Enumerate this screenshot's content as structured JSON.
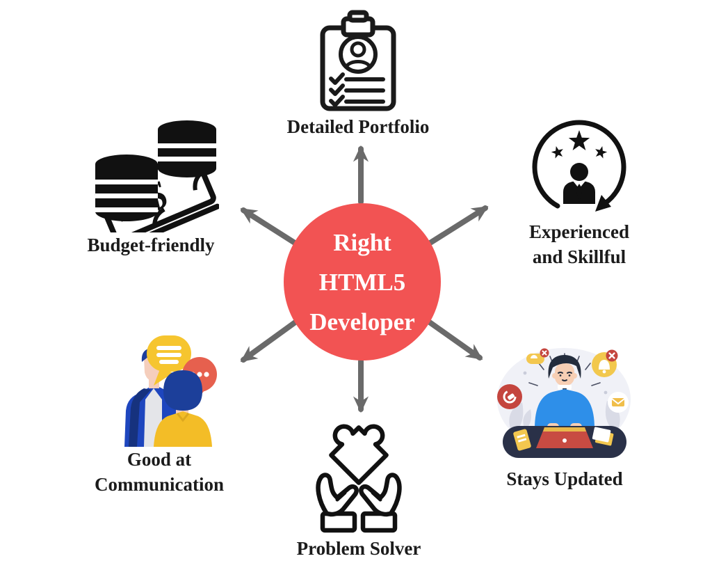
{
  "center": {
    "lines": [
      "Right",
      "HTML5",
      "Developer"
    ],
    "bg_color": "#F25353",
    "text_color": "#FFFFFF"
  },
  "nodes": [
    {
      "id": "detailed-portfolio",
      "icon": "clipboard-checklist-icon",
      "lines": [
        "Detailed Portfolio"
      ],
      "position": "top"
    },
    {
      "id": "experienced-skillful",
      "icon": "person-stars-cycle-icon",
      "lines": [
        "Experienced",
        "and Skillful"
      ],
      "position": "top-right"
    },
    {
      "id": "budget-friendly",
      "icon": "money-coins-icon",
      "lines": [
        "Budget-friendly"
      ],
      "position": "top-left"
    },
    {
      "id": "good-at-communication",
      "icon": "two-people-chat-illustration",
      "lines": [
        "Good at",
        "Communication"
      ],
      "position": "bottom-left"
    },
    {
      "id": "problem-solver",
      "icon": "hands-holding-puzzle-icon",
      "lines": [
        "Problem Solver"
      ],
      "position": "bottom"
    },
    {
      "id": "stays-updated",
      "icon": "person-notifications-desk-illustration",
      "lines": [
        "Stays Updated"
      ],
      "position": "bottom-right"
    }
  ],
  "arrows": [
    "up",
    "up-left",
    "up-right",
    "down-left",
    "down-right",
    "down"
  ],
  "colors": {
    "circle_red": "#F25353",
    "arrow_gray": "#6A6A6A",
    "label_text": "#1B1B1B",
    "icon_black": "#1A1A1A",
    "bubble_yellow": "#F6C52F",
    "bubble_coral": "#E6604E",
    "jacket_blue": "#1E46BE",
    "lapel_navy": "#16327E",
    "hair_navy": "#1C3F9A",
    "shirt_yellow": "#F3BD27",
    "skin": "#F5CEBC",
    "sweater_blue": "#2E8FE9",
    "desk_navy": "#2A3148",
    "laptop_red": "#C84B42",
    "badge_red": "#C4453E",
    "icon_circle_yellow": "#F2C84D",
    "blob_lavender": "#F0F1F7",
    "leaf_gray": "#D9DBE6"
  }
}
